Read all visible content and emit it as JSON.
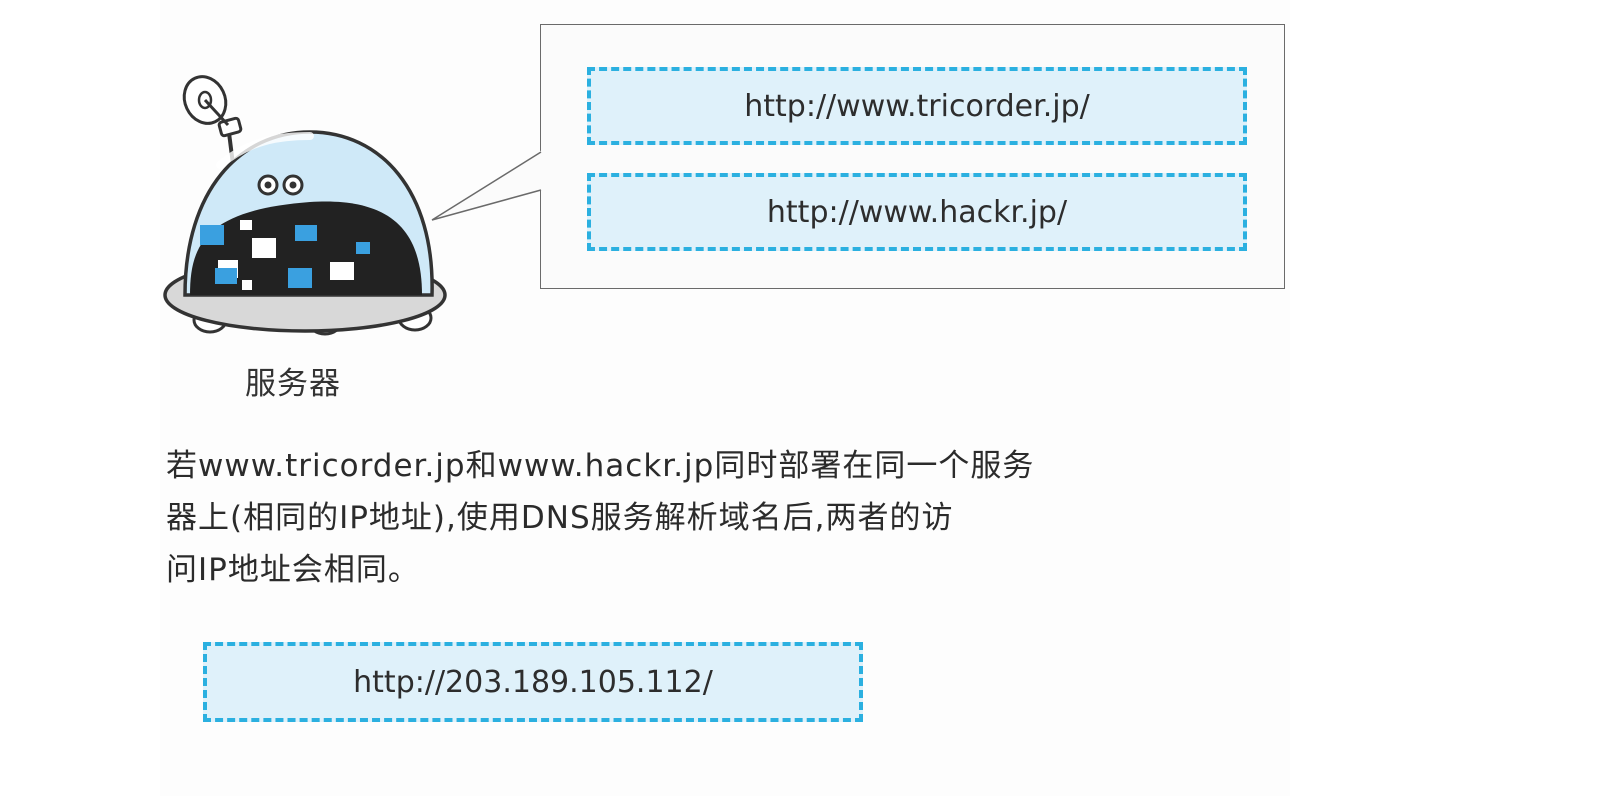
{
  "server": {
    "label": "服务器",
    "icon": "server-robot-icon"
  },
  "bubble": {
    "urls": [
      "http://www.tricorder.jp/",
      "http://www.hackr.jp/"
    ]
  },
  "description": {
    "lines": [
      "若www.tricorder.jp和www.hackr.jp同时部署在同一个服务",
      "器上(相同的IP地址),使用DNS服务解析域名后,两者的访",
      "问IP地址会相同。"
    ]
  },
  "ip_url": "http://203.189.105.112/",
  "colors": {
    "accent": "#2bb0e0",
    "box_fill": "#dff1fa",
    "robot_blue": "#3aa0e0"
  }
}
